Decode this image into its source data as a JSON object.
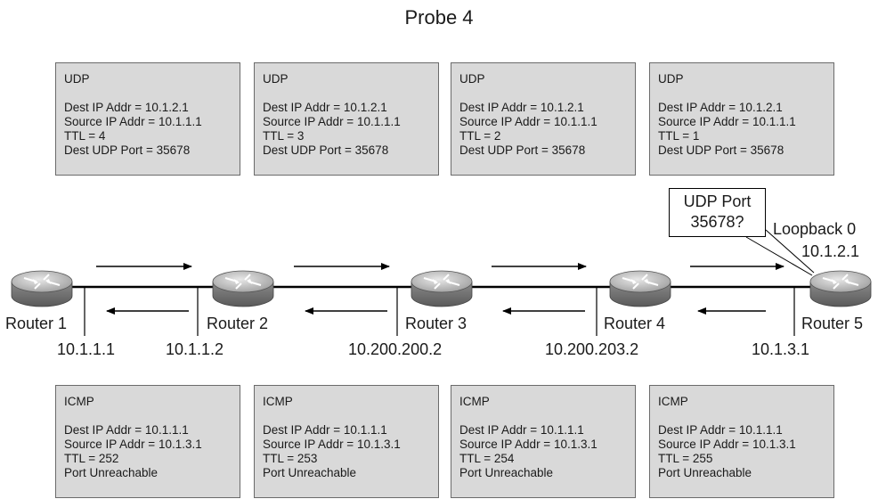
{
  "title": "Probe 4",
  "udp_packets": [
    {
      "header": "UDP",
      "dest_ip": "Dest IP Addr = 10.1.2.1",
      "source_ip": "Source IP Addr = 10.1.1.1",
      "ttl": "TTL = 4",
      "port": "Dest UDP Port = 35678"
    },
    {
      "header": "UDP",
      "dest_ip": "Dest IP Addr = 10.1.2.1",
      "source_ip": "Source IP Addr = 10.1.1.1",
      "ttl": "TTL = 3",
      "port": "Dest UDP Port = 35678"
    },
    {
      "header": "UDP",
      "dest_ip": "Dest IP Addr = 10.1.2.1",
      "source_ip": "Source IP Addr = 10.1.1.1",
      "ttl": "TTL = 2",
      "port": "Dest UDP Port = 35678"
    },
    {
      "header": "UDP",
      "dest_ip": "Dest IP Addr = 10.1.2.1",
      "source_ip": "Source IP Addr = 10.1.1.1",
      "ttl": "TTL = 1",
      "port": "Dest UDP Port = 35678"
    }
  ],
  "icmp_packets": [
    {
      "header": "ICMP",
      "dest_ip": "Dest IP Addr = 10.1.1.1",
      "source_ip": "Source IP Addr = 10.1.3.1",
      "ttl": "TTL = 252",
      "message": "Port Unreachable"
    },
    {
      "header": "ICMP",
      "dest_ip": "Dest IP Addr = 10.1.1.1",
      "source_ip": "Source IP Addr = 10.1.3.1",
      "ttl": "TTL = 253",
      "message": "Port Unreachable"
    },
    {
      "header": "ICMP",
      "dest_ip": "Dest IP Addr = 10.1.1.1",
      "source_ip": "Source IP Addr = 10.1.3.1",
      "ttl": "TTL = 254",
      "message": "Port Unreachable"
    },
    {
      "header": "ICMP",
      "dest_ip": "Dest IP Addr = 10.1.1.1",
      "source_ip": "Source IP Addr = 10.1.3.1",
      "ttl": "TTL = 255",
      "message": "Port Unreachable"
    }
  ],
  "routers": [
    "Router 1",
    "Router 2",
    "Router 3",
    "Router 4",
    "Router 5"
  ],
  "interfaces": [
    "10.1.1.1",
    "10.1.1.2",
    "10.200.200.2",
    "10.200.203.2",
    "10.1.3.1"
  ],
  "callout": {
    "line1": "UDP Port",
    "line2": "35678?"
  },
  "loopback": {
    "name": "Loopback 0",
    "address": "10.1.2.1"
  },
  "router_icon": "router-icon"
}
